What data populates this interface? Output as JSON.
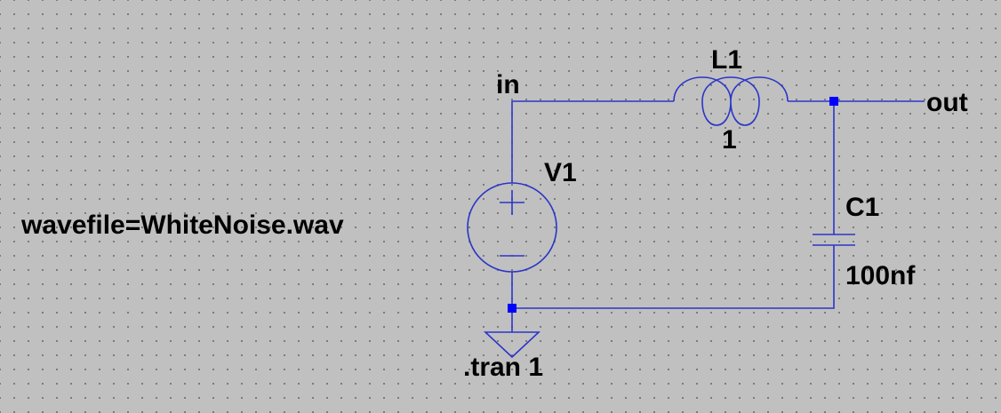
{
  "labels": {
    "in": "in",
    "out": "out",
    "l1_name": "L1",
    "l1_value": "1",
    "v1_name": "V1",
    "v1_value": "wavefile=WhiteNoise.wav",
    "c1_name": "C1",
    "c1_value": "100nf",
    "directive": ".tran 1"
  },
  "colors": {
    "background": "#c0c0c0",
    "wire": "#2a35c8",
    "junction": "#0000ff",
    "text": "#000000"
  }
}
